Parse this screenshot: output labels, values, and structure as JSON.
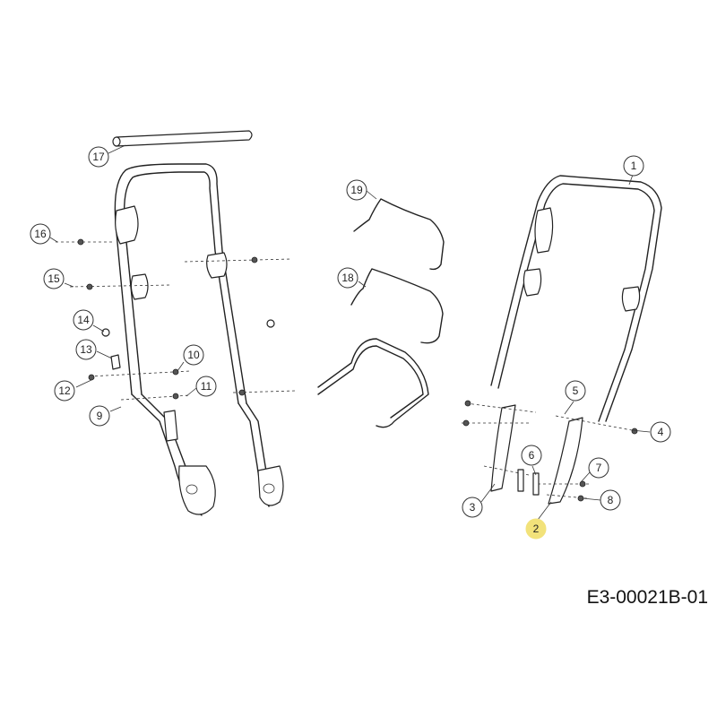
{
  "drawing_code": "E3-00021B-01",
  "highlight_color": "#f2e27a",
  "callouts": [
    {
      "id": "c1",
      "label": "1"
    },
    {
      "id": "c2",
      "label": "2",
      "highlighted": true
    },
    {
      "id": "c3",
      "label": "3"
    },
    {
      "id": "c4",
      "label": "4"
    },
    {
      "id": "c5",
      "label": "5"
    },
    {
      "id": "c6",
      "label": "6"
    },
    {
      "id": "c7",
      "label": "7"
    },
    {
      "id": "c8",
      "label": "8"
    },
    {
      "id": "c9",
      "label": "9"
    },
    {
      "id": "c10",
      "label": "10"
    },
    {
      "id": "c11",
      "label": "11"
    },
    {
      "id": "c12",
      "label": "12"
    },
    {
      "id": "c13",
      "label": "13"
    },
    {
      "id": "c14",
      "label": "14"
    },
    {
      "id": "c15",
      "label": "15"
    },
    {
      "id": "c16",
      "label": "16"
    },
    {
      "id": "c17",
      "label": "17"
    },
    {
      "id": "c18",
      "label": "18"
    },
    {
      "id": "c19",
      "label": "19"
    }
  ]
}
